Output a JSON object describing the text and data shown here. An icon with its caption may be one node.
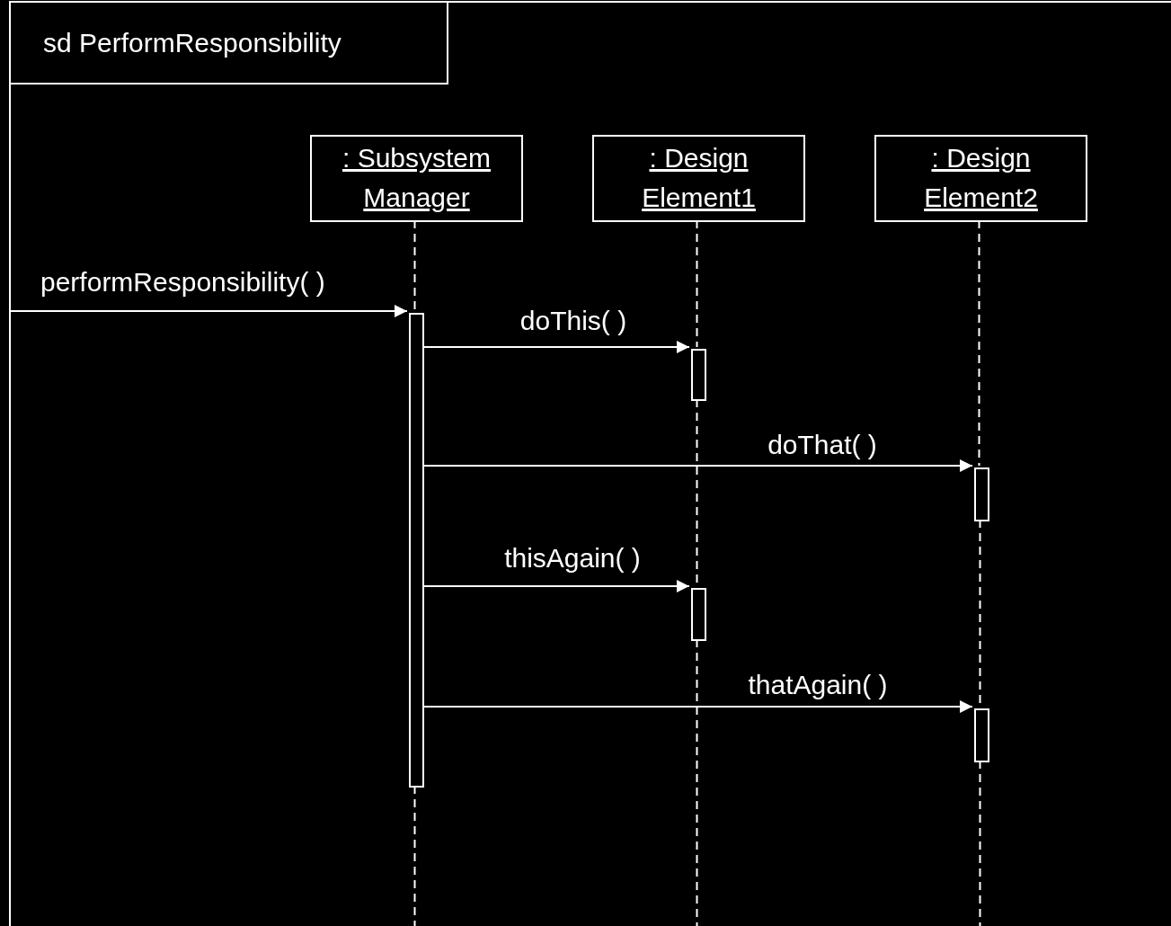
{
  "diagram": {
    "nodes": [
      {
        "text": [
          "sd PerformResponsibility"
        ]
      },
      {
        "text": [
          ": Subsystem Manager"
        ],
        "in": 0
      },
      {
        "text": [
          ": Design Element1"
        ],
        "in": 0
      },
      {
        "text": [
          ": Design Element2"
        ],
        "in": 0
      },
      {
        "text": [],
        "shape": "bar",
        "in": 0
      },
      {
        "text": [],
        "shape": "bar",
        "in": 0
      },
      {
        "text": [],
        "shape": "bar",
        "in": 0
      },
      {
        "text": [],
        "shape": "bar",
        "in": 0
      },
      {
        "text": [],
        "shape": "bar",
        "in": 0
      }
    ],
    "edges": [
      {
        "from": null,
        "to": 4,
        "arrow": "to",
        "label": "performResponsibility( )"
      },
      {
        "from": 4,
        "to": 5,
        "arrow": "to",
        "label": "doThis( )"
      },
      {
        "from": 4,
        "to": 6,
        "arrow": "to",
        "label": "doThat( )"
      },
      {
        "from": 4,
        "to": 7,
        "arrow": "to",
        "label": "thisAgain( )"
      },
      {
        "from": 4,
        "to": 8,
        "arrow": "to",
        "label": "thatAgain( )"
      },
      {
        "from": 1,
        "to": 4,
        "arrow": "none",
        "style": "dashed"
      },
      {
        "from": 4,
        "to": null,
        "arrow": "none",
        "style": "dashed"
      },
      {
        "from": 2,
        "to": 5,
        "arrow": "none",
        "style": "dashed"
      },
      {
        "from": 5,
        "to": 7,
        "arrow": "none",
        "style": "dashed"
      },
      {
        "from": 7,
        "to": null,
        "arrow": "none",
        "style": "dashed"
      },
      {
        "from": 3,
        "to": 6,
        "arrow": "none",
        "style": "dashed"
      },
      {
        "from": 6,
        "to": 8,
        "arrow": "none",
        "style": "dashed"
      },
      {
        "from": 8,
        "to": null,
        "arrow": "none",
        "style": "dashed"
      }
    ]
  }
}
